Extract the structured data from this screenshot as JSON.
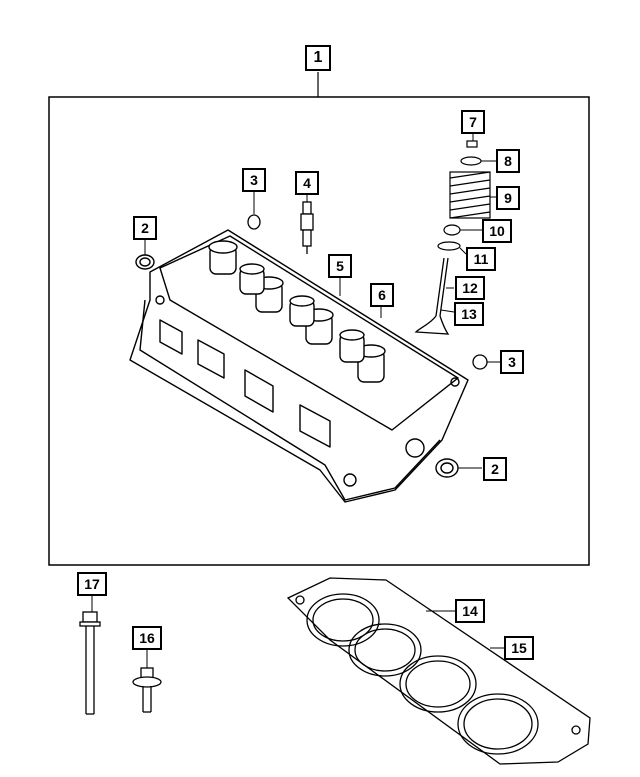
{
  "diagram": {
    "labels": {
      "l1": "1",
      "l2a": "2",
      "l2b": "2",
      "l3a": "3",
      "l3b": "3",
      "l4": "4",
      "l5": "5",
      "l6": "6",
      "l7": "7",
      "l8": "8",
      "l9": "9",
      "l10": "10",
      "l11": "11",
      "l12": "12",
      "l13": "13",
      "l14": "14",
      "l15": "15",
      "l16": "16",
      "l17": "17"
    },
    "parts": [
      {
        "callout": "2",
        "icon": "seal-plug-icon"
      },
      {
        "callout": "3",
        "icon": "plug-icon"
      },
      {
        "callout": "4",
        "icon": "spark-plug-icon"
      },
      {
        "callout": "5",
        "icon": "dowel-icon"
      },
      {
        "callout": "6",
        "icon": "dowel-icon"
      },
      {
        "callout": "7",
        "icon": "valve-keeper-icon"
      },
      {
        "callout": "8",
        "icon": "spring-retainer-icon"
      },
      {
        "callout": "9",
        "icon": "valve-spring-icon"
      },
      {
        "callout": "10",
        "icon": "valve-seal-icon"
      },
      {
        "callout": "11",
        "icon": "spring-seat-icon"
      },
      {
        "callout": "12",
        "icon": "intake-valve-icon"
      },
      {
        "callout": "13",
        "icon": "exhaust-valve-icon"
      },
      {
        "callout": "14",
        "icon": "head-gasket-icon"
      },
      {
        "callout": "15",
        "icon": "head-gasket-icon"
      },
      {
        "callout": "16",
        "icon": "bolt-icon"
      },
      {
        "callout": "17",
        "icon": "head-bolt-icon"
      }
    ]
  }
}
